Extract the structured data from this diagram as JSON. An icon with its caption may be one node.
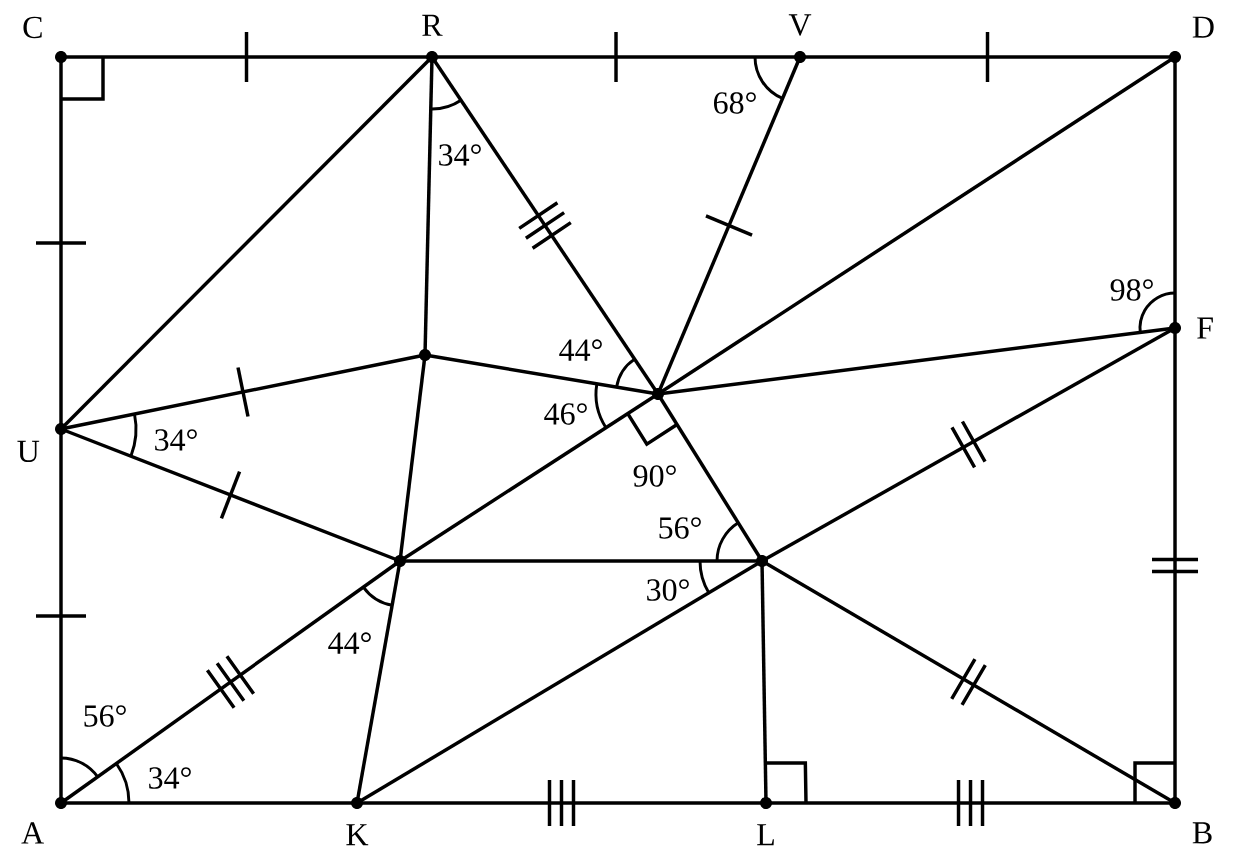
{
  "diagram": {
    "nodes": [
      {
        "text": [
          "C"
        ]
      },
      {
        "text": [
          "R"
        ]
      },
      {
        "text": [
          "V"
        ]
      },
      {
        "text": [
          "D"
        ]
      },
      {
        "text": [
          "F"
        ]
      },
      {
        "text": [],
        "shape": "circle"
      },
      {
        "text": [],
        "shape": "circle"
      },
      {
        "text": [
          "U"
        ]
      },
      {
        "text": [],
        "shape": "circle"
      },
      {
        "text": [],
        "shape": "circle"
      },
      {
        "text": [
          "A"
        ]
      },
      {
        "text": [
          "K"
        ]
      },
      {
        "text": [
          "L"
        ]
      },
      {
        "text": [
          "B"
        ]
      }
    ],
    "edges": [
      {
        "from": 0,
        "to": 1,
        "arrow": "none"
      },
      {
        "from": 1,
        "to": 2,
        "arrow": "none"
      },
      {
        "from": 2,
        "to": 3,
        "arrow": "none"
      },
      {
        "from": 0,
        "to": 7,
        "arrow": "none"
      },
      {
        "from": 7,
        "to": 10,
        "arrow": "none"
      },
      {
        "from": 3,
        "to": 4,
        "arrow": "none"
      },
      {
        "from": 4,
        "to": 13,
        "arrow": "none"
      },
      {
        "from": 10,
        "to": 11,
        "arrow": "none"
      },
      {
        "from": 11,
        "to": 12,
        "arrow": "none"
      },
      {
        "from": 12,
        "to": 13,
        "arrow": "none"
      },
      {
        "from": 1,
        "to": 7,
        "arrow": "none"
      },
      {
        "from": 1,
        "to": 5,
        "arrow": "none"
      },
      {
        "from": 1,
        "to": 6,
        "arrow": "none"
      },
      {
        "from": 2,
        "to": 6,
        "arrow": "none"
      },
      {
        "from": 3,
        "to": 6,
        "arrow": "none"
      },
      {
        "from": 4,
        "to": 6,
        "arrow": "none"
      },
      {
        "from": 7,
        "to": 5,
        "arrow": "none"
      },
      {
        "from": 7,
        "to": 8,
        "arrow": "none"
      },
      {
        "from": 5,
        "to": 6,
        "arrow": "none"
      },
      {
        "from": 5,
        "to": 8,
        "arrow": "none"
      },
      {
        "from": 8,
        "to": 11,
        "arrow": "none"
      },
      {
        "from": 10,
        "to": 8,
        "arrow": "none"
      },
      {
        "from": 8,
        "to": 6,
        "arrow": "none"
      },
      {
        "from": 6,
        "to": 9,
        "arrow": "none"
      },
      {
        "from": 8,
        "to": 9,
        "arrow": "none"
      },
      {
        "from": 11,
        "to": 9,
        "arrow": "none"
      },
      {
        "from": 9,
        "to": 4,
        "arrow": "none"
      },
      {
        "from": 9,
        "to": 13,
        "arrow": "none"
      },
      {
        "from": 9,
        "to": 12,
        "arrow": "none"
      }
    ],
    "labels": [
      "68°",
      "34°",
      "98°",
      "44°",
      "46°",
      "34°",
      "90°",
      "56°",
      "30°",
      "44°",
      "56°",
      "34°"
    ]
  }
}
